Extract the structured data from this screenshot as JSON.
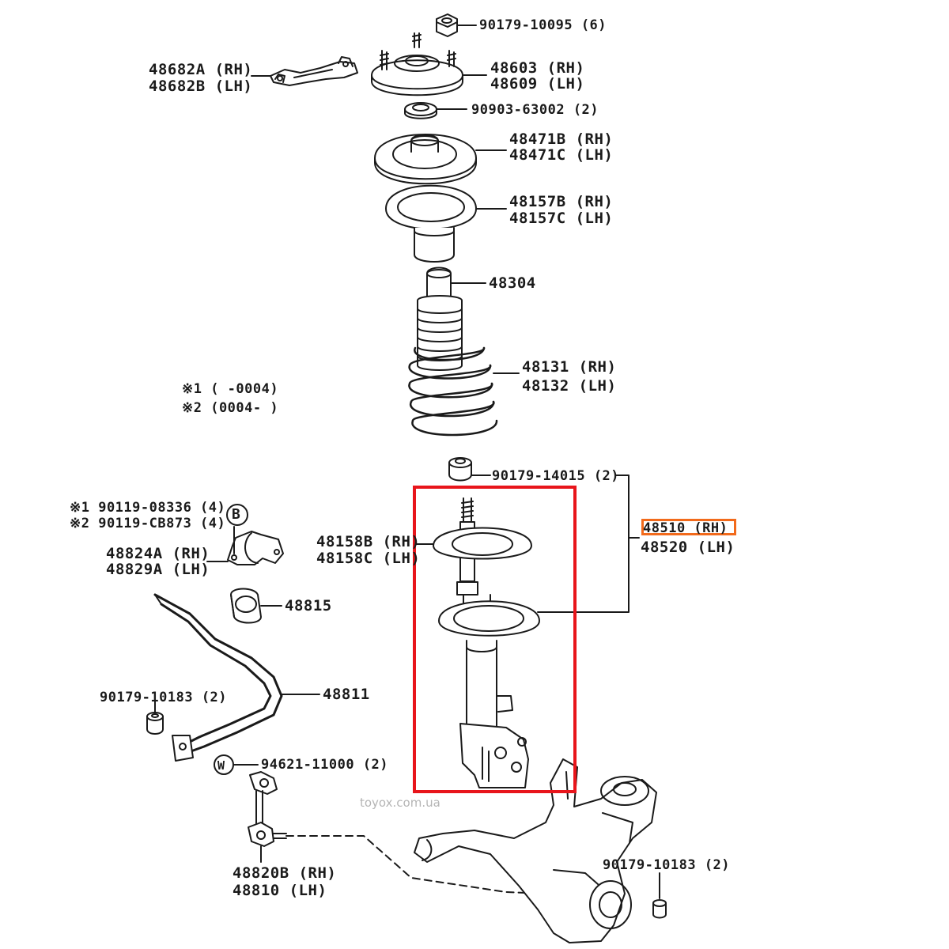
{
  "labels": {
    "p90179_10095": "90179-10095 (6)",
    "p48682a": "48682A (RH)",
    "p48682b": "48682B (LH)",
    "p48603": "48603 (RH)",
    "p48609": "48609 (LH)",
    "p90903": "90903-63002 (2)",
    "p48471b": "48471B (RH)",
    "p48471c": "48471C (LH)",
    "p48157b": "48157B (RH)",
    "p48157c": "48157C (LH)",
    "p48304": "48304",
    "p48131": "48131 (RH)",
    "p48132": "48132 (LH)",
    "note1": "※1 (      -0004)",
    "note2": "※2 (0004-      )",
    "p90179_14015": "90179-14015 (2)",
    "p90119_08336": "※1 90119-08336 (4)",
    "p90119_cb873": "※2 90119-CB873 (4)",
    "p48824a": "48824A (RH)",
    "p48829a": "48829A (LH)",
    "p48158b": "48158B (RH)",
    "p48158c": "48158C (LH)",
    "p48510": "48510 (RH)",
    "p48520": "48520 (LH)",
    "p48815": "48815",
    "p48811": "48811",
    "p90179_10183a": "90179-10183 (2)",
    "p94621": "94621-11000 (2)",
    "p48820b": "48820B (RH)",
    "p48810": "48810  (LH)",
    "p90179_10183b": "90179-10183 (2)",
    "markerB": "B",
    "markerW": "W"
  },
  "watermark": "toyox.com.ua",
  "colors": {
    "highlight_red": "#e8151b",
    "highlight_orange": "#f26a1b",
    "line": "#1a1a1a"
  }
}
